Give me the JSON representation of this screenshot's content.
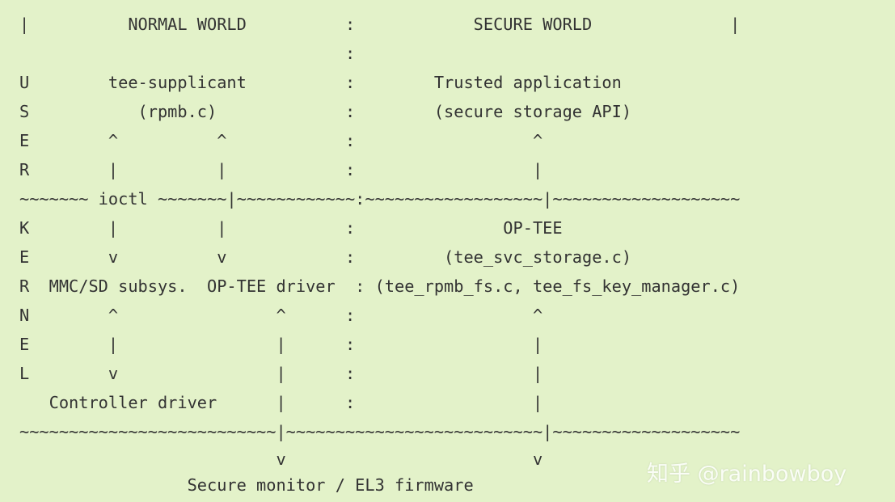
{
  "diagram": {
    "lines": [
      "|          NORMAL WORLD          :            SECURE WORLD              |",
      "                                 :",
      "U        tee-supplicant          :        Trusted application",
      "S           (rpmb.c)             :        (secure storage API)",
      "E        ^          ^            :                  ^",
      "R        |          |            :                  |",
      "~~~~~~~ ioctl ~~~~~~~|~~~~~~~~~~~~:~~~~~~~~~~~~~~~~~~|~~~~~~~~~~~~~~~~~~~",
      "K        |          |            :               OP-TEE",
      "E        v          v            :         (tee_svc_storage.c)",
      "R  MMC/SD subsys.  OP-TEE driver  : (tee_rpmb_fs.c, tee_fs_key_manager.c)",
      "N        ^                ^      :                  ^",
      "E        |                |      :                  |",
      "L        v                |      :                  |",
      "   Controller driver      |      :                  |",
      "~~~~~~~~~~~~~~~~~~~~~~~~~~|~~~~~~~~~~~~~~~~~~~~~~~~~~|~~~~~~~~~~~~~~~~~~~",
      "                          v                         v",
      "                 Secure monitor / EL3 firmware"
    ]
  },
  "watermark": "知乎 @rainbowboy"
}
